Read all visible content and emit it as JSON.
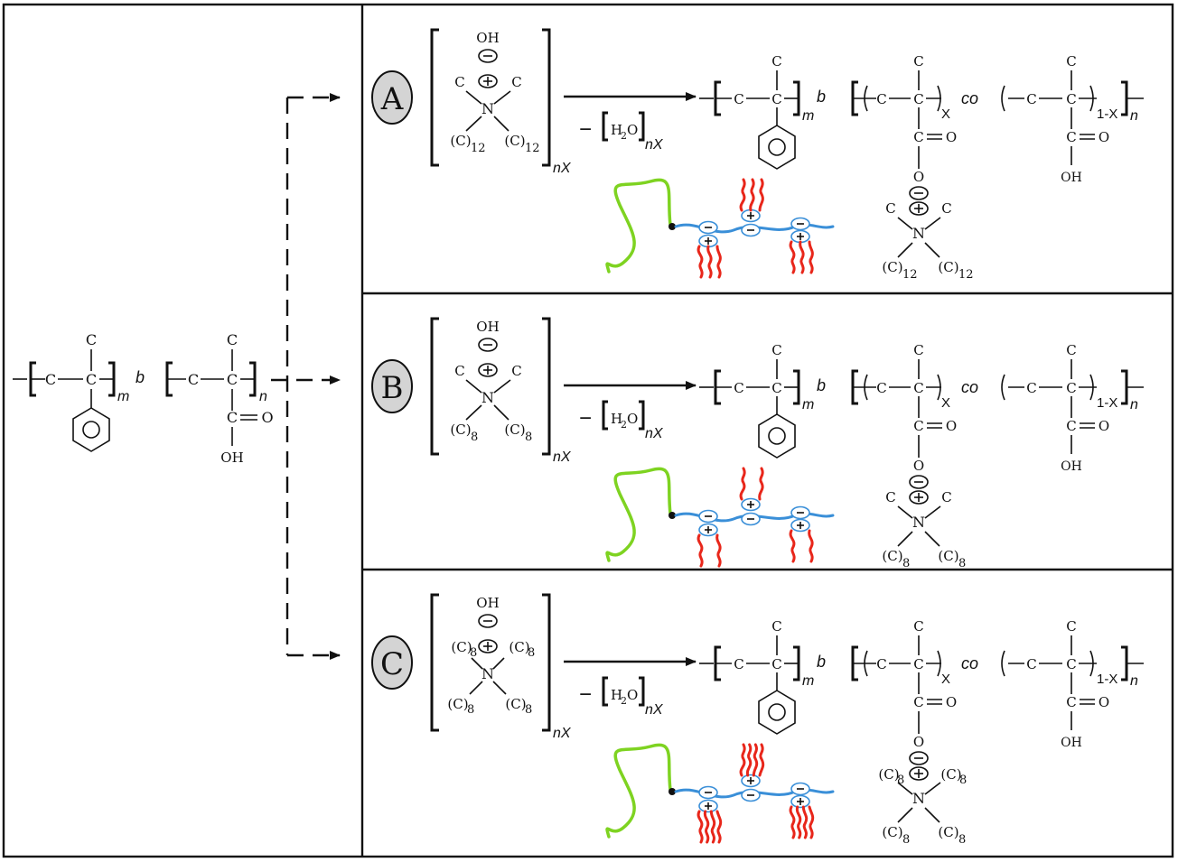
{
  "start_polymer": {
    "carbon": "C",
    "block_separator": "b",
    "subscript_m": "m",
    "subscript_n": "n",
    "carbonyl_oxygen": "O",
    "hydroxyl": "OH"
  },
  "panels": [
    {
      "label": "A",
      "salt": {
        "anion": "OH",
        "center": "N",
        "methyl": "C",
        "tail_left": "(C)",
        "tail_left_sub": "12",
        "tail_right": "(C)",
        "tail_right_sub": "12",
        "bottom_left": "",
        "bottom_left_sub": "",
        "bottom_right": "",
        "bottom_right_sub": "",
        "equiv": "nX"
      },
      "byproduct": {
        "minus": "−",
        "water": "H",
        "water_sub": "2",
        "water_o": "O",
        "equiv": "nX"
      },
      "product": {
        "carbon": "C",
        "block_separator": "b",
        "co_label": "co",
        "x_label": "X",
        "one_minus_x": "1-X",
        "subscript_m": "m",
        "subscript_n": "n",
        "carbonyl_oxygen": "O",
        "ester_oxygen": "O",
        "hydroxyl": "OH",
        "cation_center": "N",
        "cation_methyl": "C",
        "cation_tail_left": "(C)",
        "cation_tail_left_sub": "12",
        "cation_tail_right": "(C)",
        "cation_tail_right_sub": "12",
        "cation_top_left": "C",
        "cation_top_right": "C"
      }
    },
    {
      "label": "B",
      "salt": {
        "anion": "OH",
        "center": "N",
        "methyl": "C",
        "tail_left": "(C)",
        "tail_left_sub": "8",
        "tail_right": "(C)",
        "tail_right_sub": "8",
        "bottom_left": "",
        "bottom_left_sub": "",
        "bottom_right": "",
        "bottom_right_sub": "",
        "equiv": "nX"
      },
      "byproduct": {
        "minus": "−",
        "water": "H",
        "water_sub": "2",
        "water_o": "O",
        "equiv": "nX"
      },
      "product": {
        "carbon": "C",
        "block_separator": "b",
        "co_label": "co",
        "x_label": "X",
        "one_minus_x": "1-X",
        "subscript_m": "m",
        "subscript_n": "n",
        "carbonyl_oxygen": "O",
        "ester_oxygen": "O",
        "hydroxyl": "OH",
        "cation_center": "N",
        "cation_methyl": "C",
        "cation_tail_left": "(C)",
        "cation_tail_left_sub": "8",
        "cation_tail_right": "(C)",
        "cation_tail_right_sub": "8",
        "cation_top_left": "C",
        "cation_top_right": "C"
      }
    },
    {
      "label": "C",
      "salt": {
        "anion": "OH",
        "center": "N",
        "methyl": "(C)",
        "methyl_sub": "8",
        "tail_left": "(C)",
        "tail_left_sub": "8",
        "tail_right": "(C)",
        "tail_right_sub": "8",
        "equiv": "nX"
      },
      "byproduct": {
        "minus": "−",
        "water": "H",
        "water_sub": "2",
        "water_o": "O",
        "equiv": "nX"
      },
      "product": {
        "carbon": "C",
        "block_separator": "b",
        "co_label": "co",
        "x_label": "X",
        "one_minus_x": "1-X",
        "subscript_m": "m",
        "subscript_n": "n",
        "carbonyl_oxygen": "O",
        "ester_oxygen": "O",
        "hydroxyl": "OH",
        "cation_center": "N",
        "cation_methyl": "(C)",
        "cation_tail_left": "(C)",
        "cation_tail_left_sub": "8",
        "cation_tail_right": "(C)",
        "cation_tail_right_sub": "8",
        "cation_top_left": "(C)",
        "cation_top_right": "(C)",
        "cation_top_sub": "8"
      }
    }
  ],
  "colors": {
    "frame": "#111111",
    "panel_label_fill": "#d4d4d4",
    "block_chain": "#7ed321",
    "charged_chain": "#3a8fd8",
    "alkyl_tails": "#e8261a"
  }
}
